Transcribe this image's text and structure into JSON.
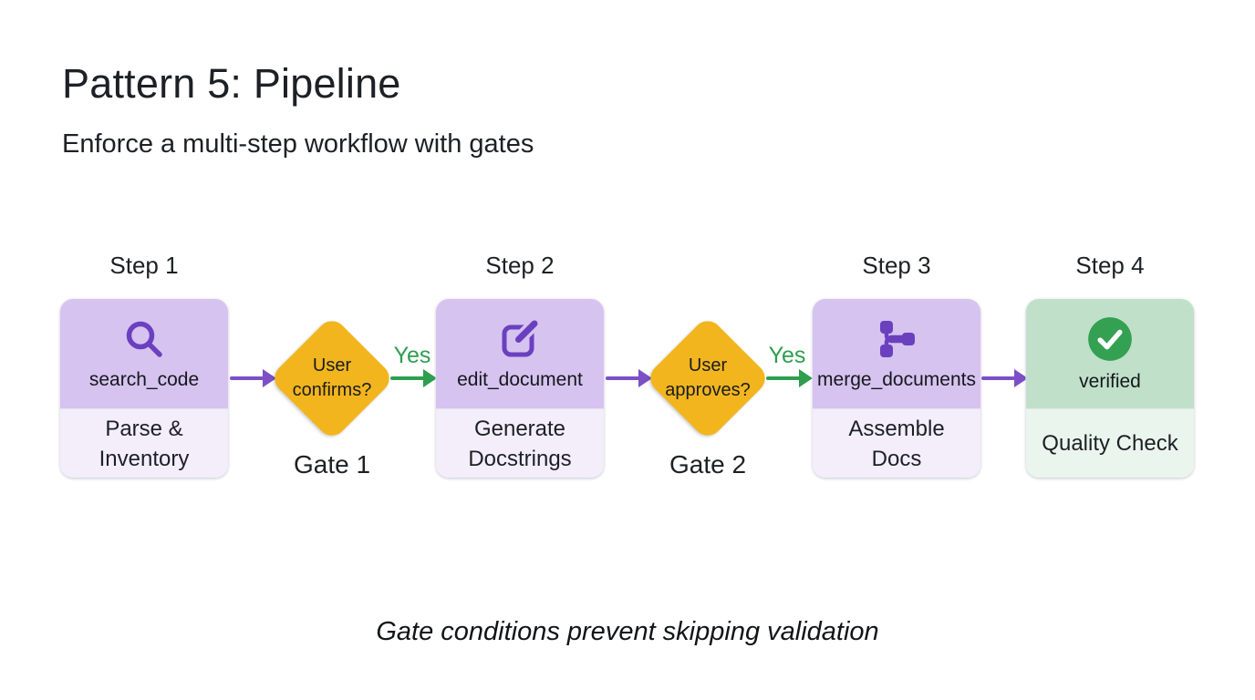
{
  "page": {
    "title": "Pattern 5: Pipeline",
    "subtitle": "Enforce a multi-step workflow with gates",
    "caption": "Gate conditions prevent skipping validation"
  },
  "colors": {
    "purple_box_top": "#d6c3f0",
    "purple_box_bottom": "#f4eefb",
    "green_box_top": "#c0e0ca",
    "green_box_bottom": "#eaf5ed",
    "icon_purple": "#6b40bf",
    "arrow_purple": "#7c4fc7",
    "gate_amber": "#f2b51e",
    "green": "#2e9e4f",
    "check_circle_green": "#33a052",
    "text_dark": "#1d2025"
  },
  "steps": [
    {
      "label": "Step 1",
      "tool": "search_code",
      "icon": "search-icon",
      "description": "Parse & Inventory",
      "theme": "purple"
    },
    {
      "label": "Step 2",
      "tool": "edit_document",
      "icon": "edit-icon",
      "description": "Generate Docstrings",
      "theme": "purple"
    },
    {
      "label": "Step 3",
      "tool": "merge_documents",
      "icon": "merge-icon",
      "description": "Assemble Docs",
      "theme": "purple"
    },
    {
      "label": "Step 4",
      "tool": "verified",
      "icon": "check-icon",
      "description": "Quality Check",
      "theme": "green"
    }
  ],
  "gates": [
    {
      "label": "Gate 1",
      "question": "User confirms?",
      "yes_label": "Yes"
    },
    {
      "label": "Gate 2",
      "question": "User approves?",
      "yes_label": "Yes"
    }
  ]
}
